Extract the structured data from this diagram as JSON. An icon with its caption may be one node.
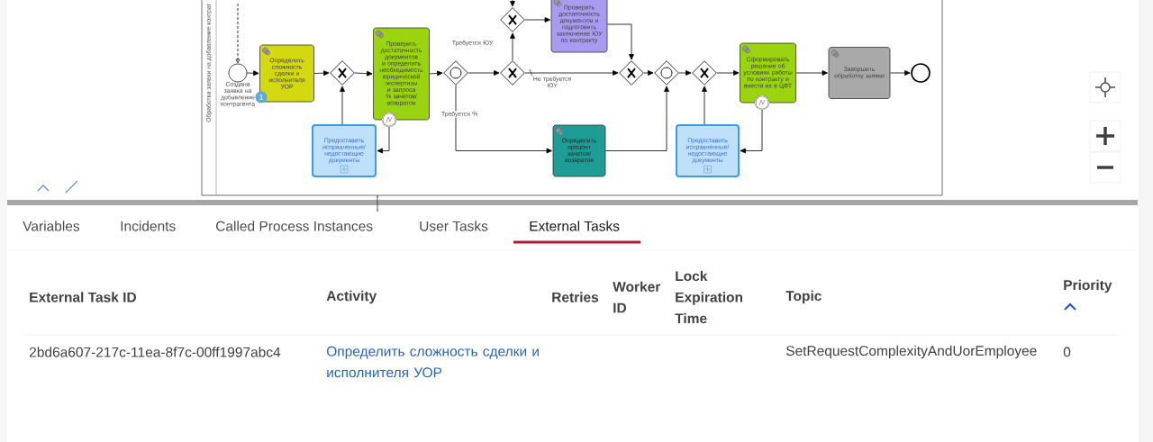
{
  "diagram": {
    "nodes": [
      {
        "text": [
          "Обработка заявки на добавление контраг"
        ]
      },
      {
        "text": [],
        "shape": "circle",
        "in": 0,
        "beside": [
          "Создана заявка на добавление контрагента"
        ]
      },
      {
        "text": [
          "Определить сложность сделки и исполнителя УОР"
        ],
        "in": 0
      },
      {
        "text": [],
        "shape": "diamond",
        "in": 0
      },
      {
        "text": [
          "Проверить достаточность документов и определить необходимость юридической экспертизы и запроса % зачетов/ возвратов"
        ],
        "in": 0
      },
      {
        "text": [],
        "shape": "circle",
        "in": 0
      },
      {
        "text": [
          "Предоставить исправленные/ недостающие документы"
        ],
        "in": 0
      },
      {
        "text": [],
        "shape": "diamond",
        "in": 0
      },
      {
        "text": [],
        "shape": "diamond",
        "in": 0
      },
      {
        "text": [],
        "shape": "diamond",
        "in": 0
      },
      {
        "text": [
          "Проверить достаточность документов и подготовить заключение ЮУ по контракту"
        ],
        "in": 0
      },
      {
        "text": [
          "Определить процент зачетов/ возвратов"
        ],
        "in": 0
      },
      {
        "text": [],
        "shape": "diamond",
        "in": 0
      },
      {
        "text": [],
        "shape": "diamond",
        "in": 0
      },
      {
        "text": [],
        "shape": "diamond",
        "in": 0
      },
      {
        "text": [
          "Сформировать решение об условиях работы по контракту и внести их в ЦФТ"
        ],
        "in": 0
      },
      {
        "text": [],
        "shape": "circle",
        "in": 0
      },
      {
        "text": [
          "Предоставить исправленные/ недостающие документы"
        ],
        "in": 0
      },
      {
        "text": [
          "Завершить обработку заявки"
        ],
        "in": 0
      },
      {
        "text": [],
        "shape": "circle",
        "in": 0
      }
    ],
    "edges": [
      {
        "from": null,
        "to": 1,
        "arrow": "to",
        "style": "dashed"
      },
      {
        "from": 1,
        "to": 2,
        "arrow": "to"
      },
      {
        "from": 2,
        "to": 3,
        "arrow": "to"
      },
      {
        "from": 3,
        "to": 4,
        "arrow": "to"
      },
      {
        "from": 4,
        "to": 7,
        "arrow": "to"
      },
      {
        "from": 5,
        "to": 6,
        "arrow": "to"
      },
      {
        "from": 6,
        "to": 3,
        "arrow": "to"
      },
      {
        "from": 7,
        "to": 8,
        "arrow": "to"
      },
      {
        "from": 7,
        "to": 11,
        "arrow": "to",
        "label": "Требуется %"
      },
      {
        "from": 8,
        "to": 9,
        "arrow": "to",
        "label": "Требуется ЮУ"
      },
      {
        "from": 8,
        "to": 12,
        "arrow": "to",
        "label": "Не требуется ЮУ"
      },
      {
        "from": null,
        "to": 9,
        "arrow": "to"
      },
      {
        "from": 9,
        "to": 10,
        "arrow": "to"
      },
      {
        "from": 10,
        "to": 12,
        "arrow": "to"
      },
      {
        "from": 12,
        "to": 13,
        "arrow": "to"
      },
      {
        "from": 11,
        "to": 13,
        "arrow": "to"
      },
      {
        "from": 13,
        "to": 14,
        "arrow": "to"
      },
      {
        "from": 14,
        "to": 15,
        "arrow": "to"
      },
      {
        "from": 15,
        "to": 18,
        "arrow": "to"
      },
      {
        "from": 18,
        "to": 19,
        "arrow": "to"
      },
      {
        "from": 16,
        "to": 17,
        "arrow": "to"
      },
      {
        "from": 17,
        "to": 14,
        "arrow": "to"
      }
    ],
    "labels": [
      "1",
      "Variables",
      "Incidents",
      "Called Process Instances",
      "User Tasks",
      "External Tasks",
      "External Task ID",
      "Activity",
      "Retries",
      "Worker ID",
      "Lock Expiration Time",
      "Topic",
      "Priority",
      "2bd6a607-217c-11ea-8f7c-00ff1997abc4",
      "Определить сложность сделки и исполнителя УОР",
      "SetRequestComplexityAndUorEmployee",
      "0"
    ]
  }
}
